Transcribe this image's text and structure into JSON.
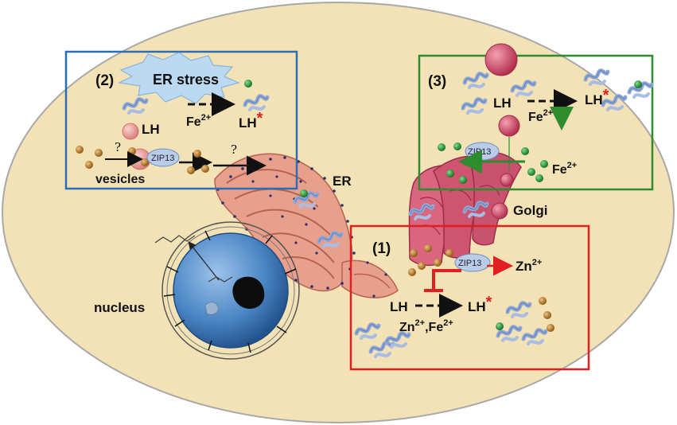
{
  "labels": {
    "er": "ER",
    "golgi": "Golgi",
    "nucleus": "nucleus"
  },
  "panel1": {
    "number": "(1)",
    "zip": "ZIP13",
    "zn_main": "Zn",
    "zn_sup": "2+",
    "lh": "LH",
    "lh_star": "LH",
    "star": "*",
    "cofactor_zn": "Zn",
    "cofactor_zn_sup": "2+",
    "cofactor_sep": ",",
    "cofactor_fe": "Fe",
    "cofactor_fe_sup": "2+"
  },
  "panel2": {
    "number": "(2)",
    "er_stress": "ER stress",
    "lh": "LH",
    "fe": "Fe",
    "fe_sup": "2+",
    "lh_star": "LH",
    "star": "*",
    "zip": "ZIP13",
    "question": "?",
    "vesicles": "vesicles"
  },
  "panel3": {
    "number": "(3)",
    "lh": "LH",
    "lh_star": "LH",
    "star": "*",
    "fe": "Fe",
    "fe_sup": "2+",
    "zip": "ZIP13",
    "fe2": "Fe",
    "fe2_sup": "2+"
  },
  "colors": {
    "cell_fill": "#f2e2b6",
    "cell_stroke": "#a8a8a8",
    "panel1": "#e02020",
    "panel2": "#2a6fb5",
    "panel3": "#2e8b2e",
    "er_stress_burst": "#bcd9f2",
    "zinc_ion": "#b8741a",
    "iron_ion": "#1f9a2f",
    "lh_protein": "#8fa8d6",
    "zip13": "#b9cde8",
    "er_membrane": "#d98a78",
    "golgi": "#c9536e",
    "nucleus": "#4a85c4",
    "star": "#e02020"
  }
}
